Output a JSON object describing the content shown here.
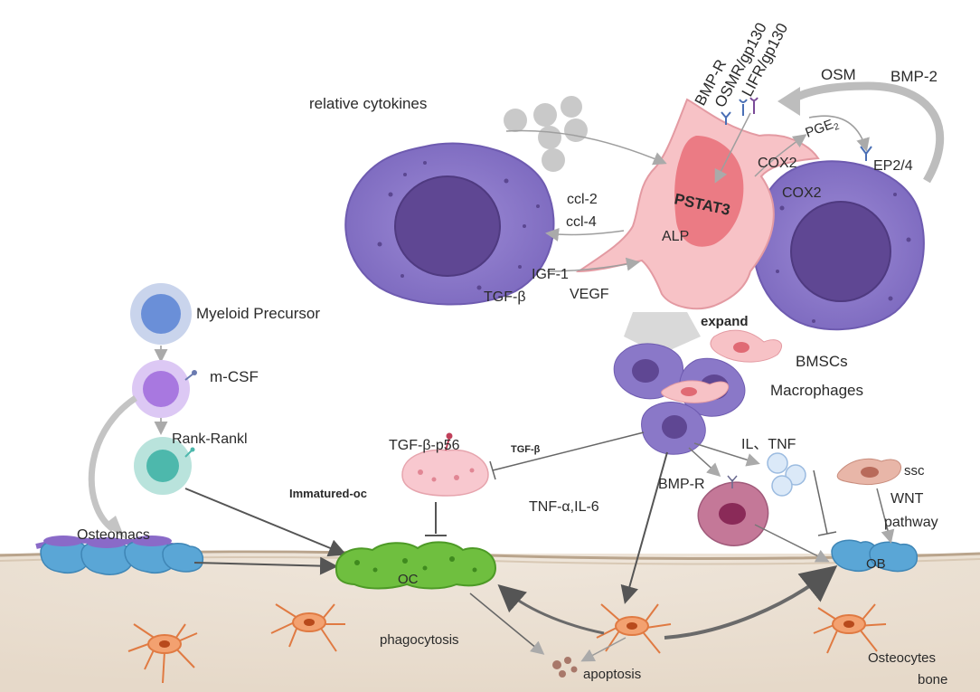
{
  "labels": {
    "relative_cytokines": "relative cytokines",
    "lifr": "LIFR/gp130",
    "osmr": "OSMR/gp130",
    "bmpr_top": "BMP-R",
    "osm": "OSM",
    "bmp2": "BMP-2",
    "pge2": "PGE",
    "pge2_sub": "2",
    "ep24": "EP2/4",
    "cox2_a": "COX2",
    "cox2_b": "COX2",
    "pstat3": "PSTAT3",
    "alp": "ALP",
    "ccl2": "ccl-2",
    "ccl4": "ccl-4",
    "igf1": "IGF-1",
    "tgfb": "TGF-β",
    "vegf": "VEGF",
    "expand": "expand",
    "myeloid": "Myeloid Precursor",
    "mcsf": "m-CSF",
    "rank": "Rank-Rankl",
    "tgfb_p56": "TGF-β-p56",
    "tgfb_small": "TGF-β",
    "immatured": "Immatured-oc",
    "bmscs": "BMSCs",
    "macrophages": "Macrophages",
    "il_tnf": "IL、TNF",
    "ssc": "ssc",
    "wnt": "WNT",
    "pathway": "pathway",
    "bmpr_mid": "BMP-R",
    "tnfa": "TNF-α,IL-6",
    "osteomacs": "Osteomacs",
    "oc": "OC",
    "ob": "OB",
    "phagocytosis": "phagocytosis",
    "apoptosis": "apoptosis",
    "osteocytes": "Osteocytes",
    "bone": "bone"
  },
  "colors": {
    "macrophage": "#8a78c8",
    "macrophage_nucleus": "#6a4f98",
    "msc": "#f5b8be",
    "msc_nucleus": "#e0606a",
    "osteoclast": "#7cc24a",
    "osteoblast": "#5aa6d6",
    "osteocyte": "#f08a58",
    "bone": "#eee4d8",
    "arrow_grey": "#bdbdbd"
  }
}
